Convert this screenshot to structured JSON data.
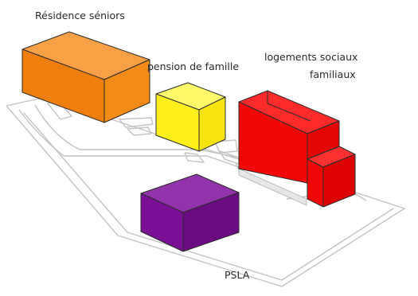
{
  "labels": {
    "residence_seniors": "Résidence séniors",
    "pension_de_famille": "pension de famille",
    "logements_sociaux_line1": "logements sociaux",
    "logements_sociaux_line2": "familiaux",
    "psla": "PSLA"
  },
  "colors": {
    "residence_seniors": "#f4830f",
    "pension_de_famille": "#fff020",
    "logements_sociaux": "#f50a0a",
    "psla": "#7a0f94",
    "outline": "#2b2b2b",
    "site_lines": "#c4c4c4"
  }
}
